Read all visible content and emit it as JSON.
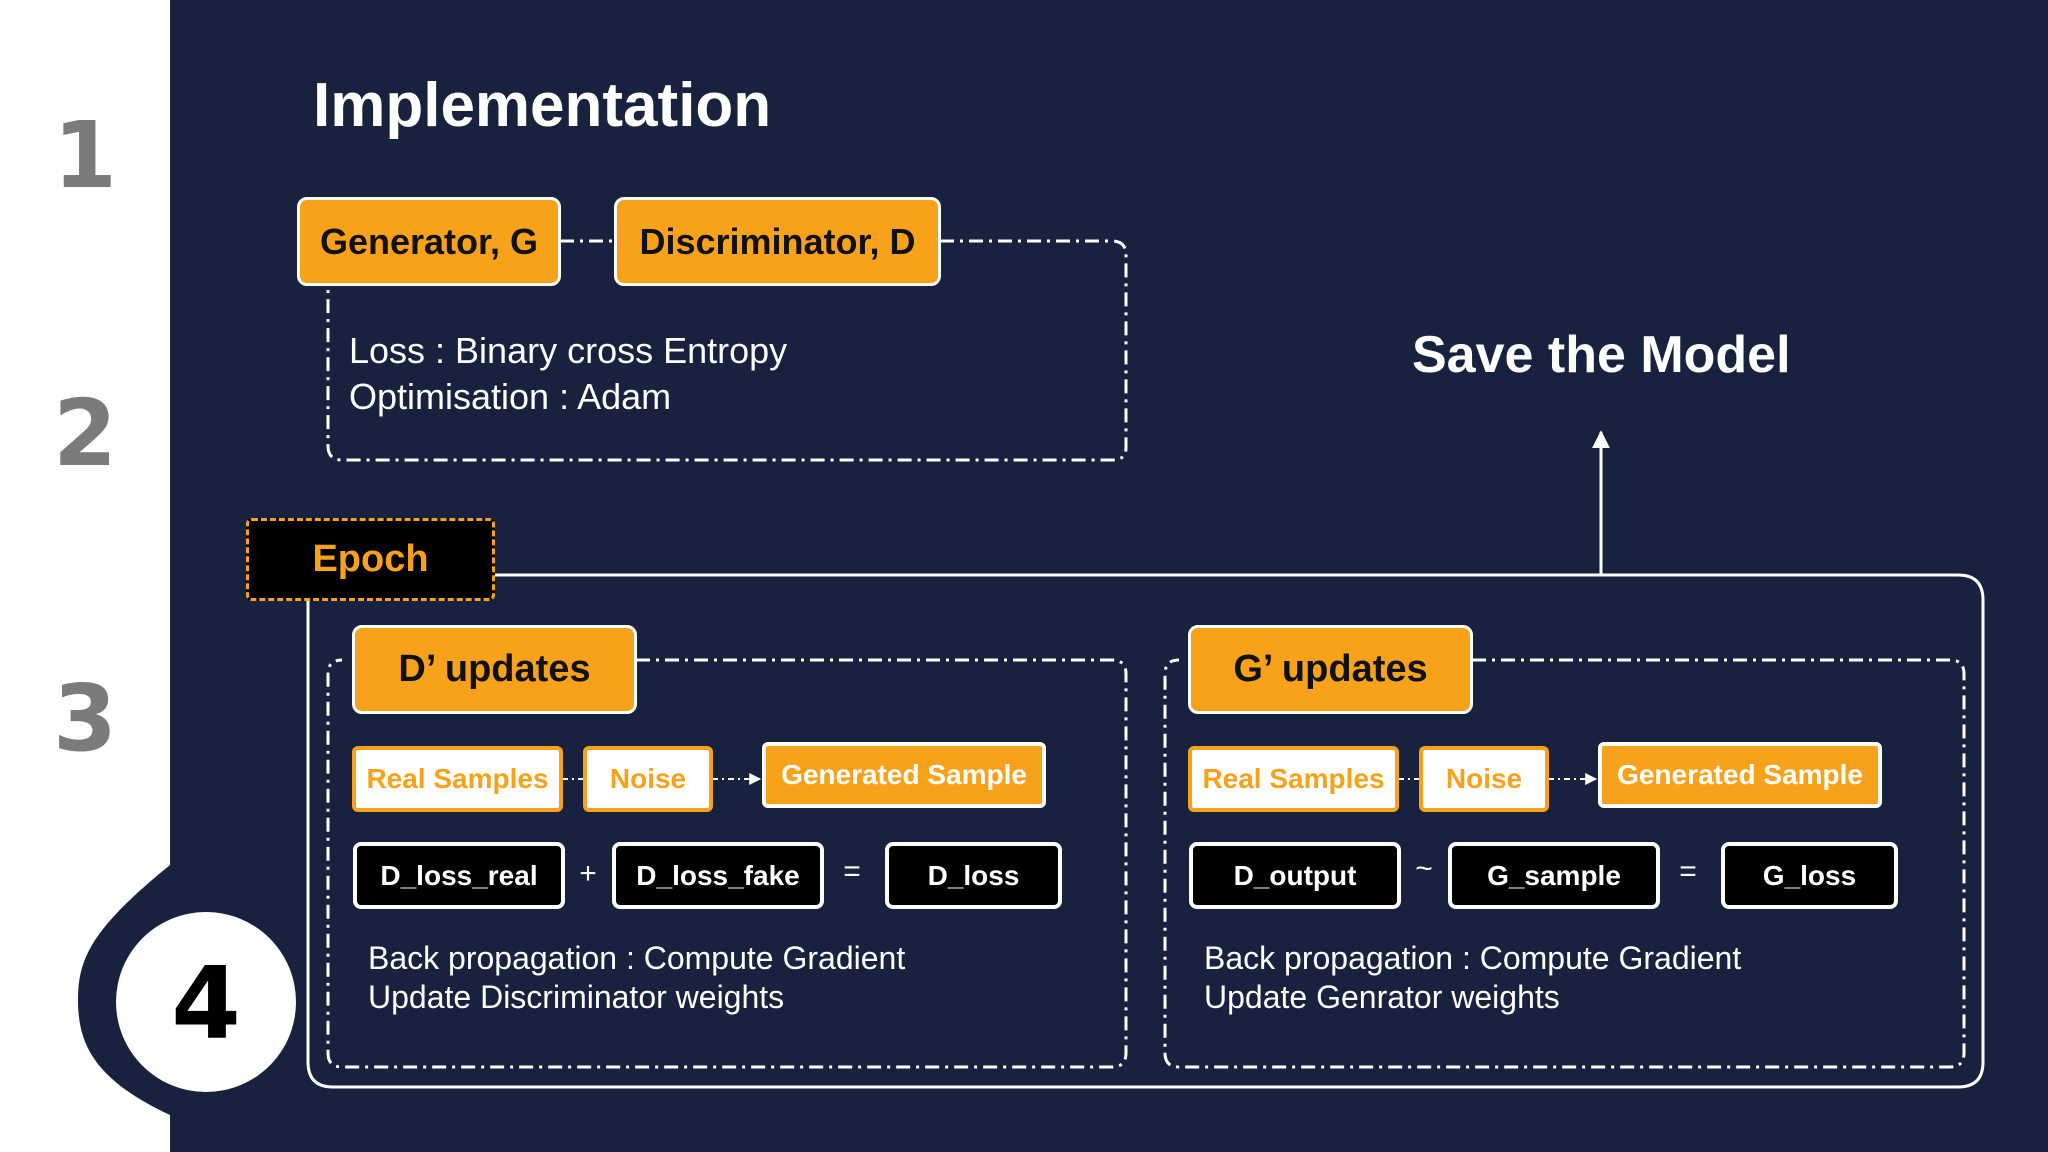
{
  "steps": [
    "1",
    "2",
    "3",
    "4"
  ],
  "title": "Implementation",
  "generator_label": "Generator, G",
  "discriminator_label": "Discriminator, D",
  "loss_line": "Loss : Binary cross Entropy",
  "optim_line": "Optimisation : Adam",
  "save_label": "Save the Model",
  "epoch_label": "Epoch",
  "d_panel": {
    "header": "D’ updates",
    "real": "Real Samples",
    "noise": "Noise",
    "generated": "Generated Sample",
    "term1": "D_loss_real",
    "op1": "+",
    "term2": "D_loss_fake",
    "op2": "=",
    "result": "D_loss",
    "line1": "Back propagation : Compute Gradient",
    "line2": "Update Discriminator weights"
  },
  "g_panel": {
    "header": "G’ updates",
    "real": "Real Samples",
    "noise": "Noise",
    "generated": "Generated Sample",
    "term1": "D_output",
    "op1": "~",
    "term2": "G_sample",
    "op2": "=",
    "result": "G_loss",
    "line1": "Back propagation : Compute Gradient",
    "line2": "Update Genrator weights"
  },
  "colors": {
    "navy": "#18223f",
    "orange": "#f8a21b",
    "step_grey": "#7b7b7b",
    "white": "#ffffff"
  }
}
